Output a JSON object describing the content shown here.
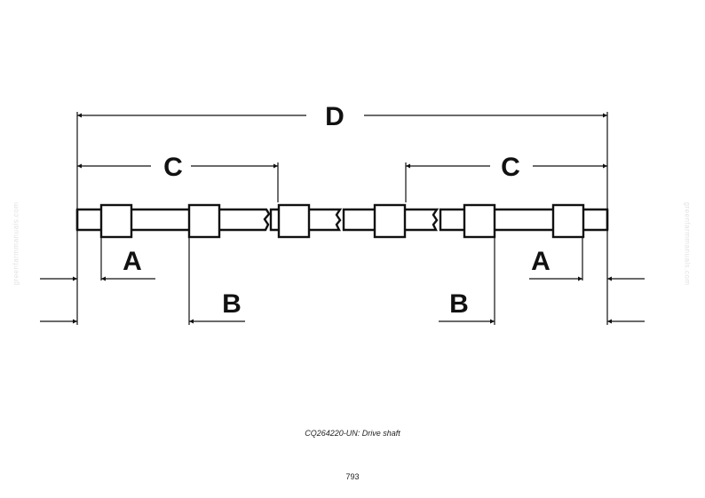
{
  "figure": {
    "caption": "CQ264220-UN: Drive shaft",
    "page_number": "793",
    "watermark": "greenfarmmanuals.com",
    "line_color": "#111111"
  },
  "dimensions": {
    "d": "D",
    "c_left": "C",
    "c_right": "C",
    "a_left": "A",
    "a_right": "A",
    "b_left": "B",
    "b_right": "B"
  }
}
